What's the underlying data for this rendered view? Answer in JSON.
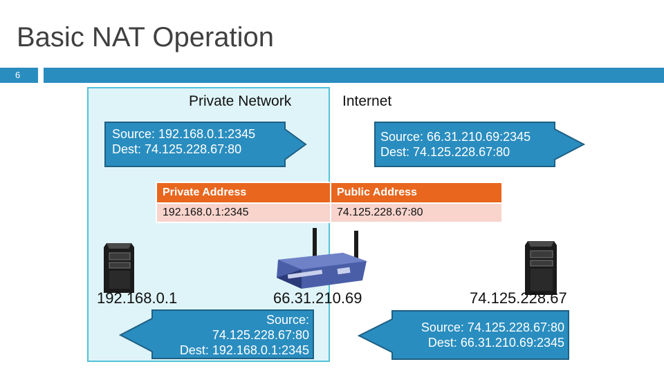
{
  "slide": {
    "title": "Basic NAT Operation",
    "number": "6"
  },
  "zones": {
    "private": "Private Network",
    "internet": "Internet"
  },
  "packets": {
    "outbound_private": {
      "source": "Source: 192.168.0.1:2345",
      "dest": "Dest: 74.125.228.67:80"
    },
    "outbound_public": {
      "source": "Source: 66.31.210.69:2345",
      "dest": "Dest: 74.125.228.67:80"
    },
    "inbound_private": {
      "source": "Source:",
      "source_value": "74.125.228.67:80",
      "dest": "Dest: 192.168.0.1:2345"
    },
    "inbound_public": {
      "source": "Source: 74.125.228.67:80",
      "dest": "Dest: 66.31.210.69:2345"
    }
  },
  "nat_table": {
    "headers": [
      "Private Address",
      "Public Address"
    ],
    "rows": [
      [
        "192.168.0.1:2345",
        "74.125.228.67:80"
      ]
    ]
  },
  "hosts": {
    "private_host_ip": "192.168.0.1",
    "router_ip": "66.31.210.69",
    "server_ip": "74.125.228.67"
  },
  "icons": {
    "private_host": "computer-tower-icon",
    "router": "wireless-router-icon",
    "server": "server-tower-icon"
  },
  "colors": {
    "accent_blue": "#2a8dbf",
    "table_header": "#e8661e",
    "table_row": "#f8d4cc",
    "private_zone": "#dff4f8"
  }
}
